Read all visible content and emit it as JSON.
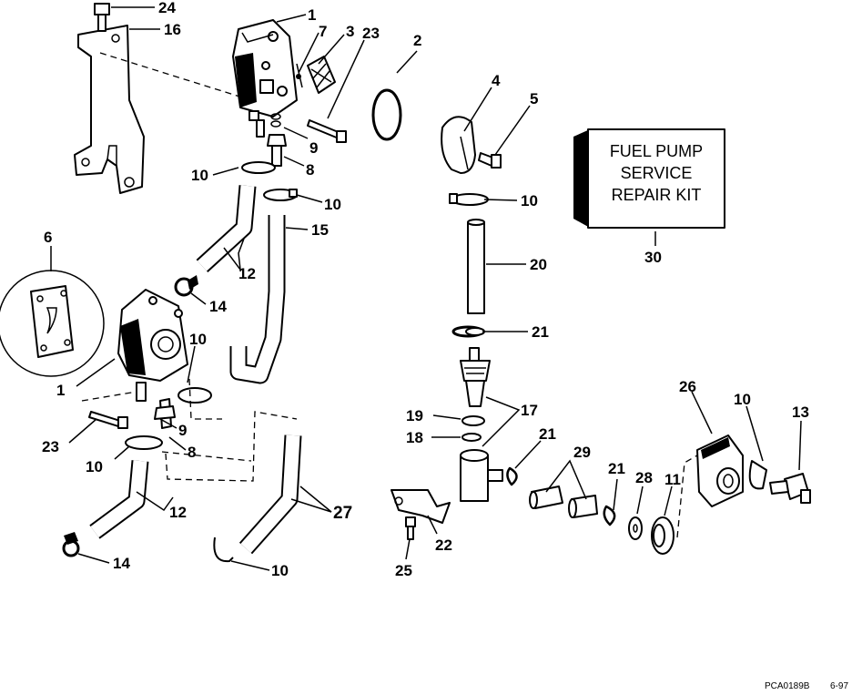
{
  "service_kit": {
    "line1": "FUEL PUMP",
    "line2": "SERVICE",
    "line3": "REPAIR KIT"
  },
  "labels": {
    "p24": "24",
    "p16": "16",
    "p1a": "1",
    "p7": "7",
    "p3": "3",
    "p23a": "23",
    "p2": "2",
    "p4": "4",
    "p5": "5",
    "p9a": "9",
    "p8a": "8",
    "p10a": "10",
    "p10b": "10",
    "p15": "15",
    "p10c": "10",
    "p30": "30",
    "p12a": "12",
    "p6": "6",
    "p14a": "14",
    "p20": "20",
    "p10d": "10",
    "p21a": "21",
    "p1b": "1",
    "p17": "17",
    "p19": "19",
    "p18": "18",
    "p9b": "9",
    "p23b": "23",
    "p8b": "8",
    "p10e": "10",
    "p21b": "21",
    "p29": "29",
    "p26": "26",
    "p10f": "10",
    "p13": "13",
    "p12b": "12",
    "p27": "27",
    "p21c": "21",
    "p28": "28",
    "p11": "11",
    "p14b": "14",
    "p10g": "10",
    "p22": "22",
    "p25": "25"
  },
  "footer": {
    "code": "PCA0189B",
    "date": "6-97"
  }
}
